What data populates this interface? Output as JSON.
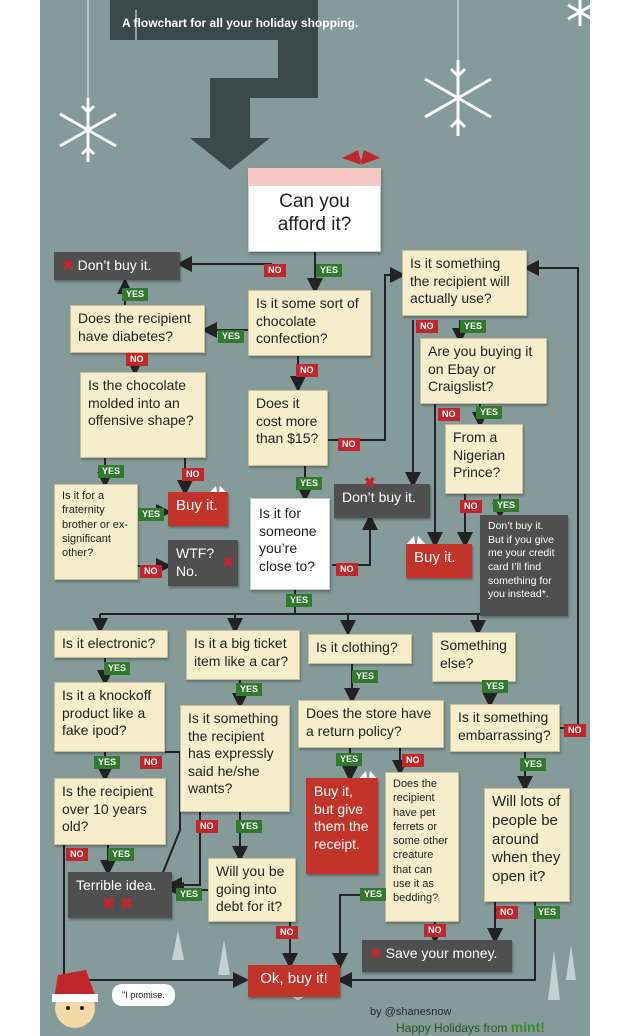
{
  "subtitle": "A flowchart for all your holiday shopping.",
  "root": "Can you afford it?",
  "colors": {
    "background": "#849b99",
    "question": "#f6eecb",
    "red_box": "#c2342a",
    "dark_box": "#4f4f4f",
    "yes": "#2f7a2d",
    "no": "#c0262a"
  },
  "nodes": {
    "dont_buy_1": "Don’t buy it.",
    "diabetes": "Does the recipient have diabetes?",
    "chocolate": "Is it some sort of chocolate confection?",
    "molded": "Is the chocolate molded into an offensive shape?",
    "fraternity": "Is it for a fraternity brother or ex-significant other?",
    "buy_it_1": "Buy it.",
    "wtf": "WTF? No.",
    "cost": "Does it cost more than $15?",
    "close_to": "Is it for someone you’re close to?",
    "dont_buy_2": "Don’t buy it.",
    "actually_use": "Is it something the recipient will actually use?",
    "ebay": "Are you buying it on Ebay or Craigslist?",
    "nigerian": "From a Nigerian Prince?",
    "buy_it_2": "Buy it.",
    "prince_reply": "Don’t buy it. But if you give me your credit card I’ll find something for you instead*.",
    "electronic": "Is it electronic?",
    "big_ticket": "Is it a big ticket item like a car?",
    "clothing": "Is it clothing?",
    "something_else": "Something else?",
    "knockoff": "Is it a knockoff product like a fake ipod?",
    "over_10": "Is the recipient over 10 years old?",
    "expressly": "Is it something the recipient has expressly said he/she wants?",
    "debt": "Will you be going into debt for it?",
    "return_policy": "Does the store have a return policy?",
    "buy_receipt": "Buy it, but give them the receipt.",
    "ferrets": "Does the recipient have pet ferrets or some other creature that can use it as bedding?",
    "embarrassing": "Is it something embarrassing?",
    "lots_people": "Will lots of people be around when they open it?",
    "terrible": "Terrible idea.",
    "save_money": "Save your money.",
    "ok_buy": "Ok, buy it!"
  },
  "labels": {
    "yes": "YES",
    "no": "NO"
  },
  "footer": {
    "promise": "\"I promise.",
    "byline": "by @shanesnow",
    "holidays": "Happy Holidays from",
    "brand": "mint!"
  }
}
